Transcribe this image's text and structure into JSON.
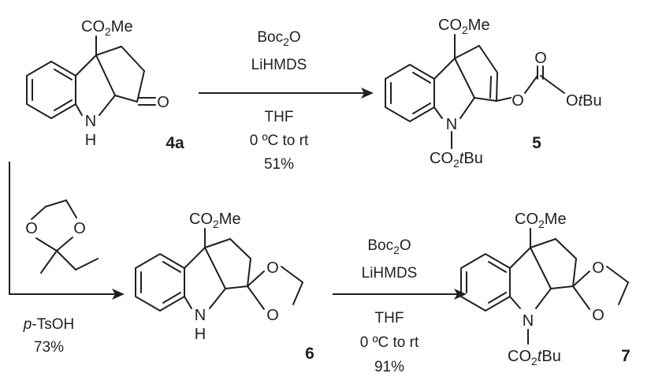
{
  "compounds": {
    "c4a": {
      "label": "4a",
      "ester": "CO2Me",
      "nh": "N",
      "h": "H",
      "ketone_o": "O"
    },
    "c5": {
      "label": "5",
      "ester": "CO2Me",
      "n": "N",
      "boc": "CO2tBu",
      "o1": "O",
      "o2": "O",
      "o3": "O",
      "otbu": "OtBu"
    },
    "c6": {
      "label": "6",
      "ester": "CO2Me",
      "nh": "N",
      "h": "H",
      "o1": "O",
      "o2": "O"
    },
    "c7": {
      "label": "7",
      "ester": "CO2Me",
      "n": "N",
      "boc": "CO2tBu",
      "o1": "O",
      "o2": "O"
    }
  },
  "reagent_dioxolane": {
    "o1": "O",
    "o2": "O"
  },
  "reactions": {
    "step1": {
      "reagent1": "Boc2O",
      "reagent2": "LiHMDS",
      "solvent": "THF",
      "temp": "0 ºC to rt",
      "yield": "51%"
    },
    "step2": {
      "reagent": "p-TsOH",
      "yield": "73%"
    },
    "step3": {
      "reagent1": "Boc2O",
      "reagent2": "LiHMDS",
      "solvent": "THF",
      "temp": "0 ºC to rt",
      "yield": "91%"
    }
  },
  "colors": {
    "ink": "#231f20",
    "background": "#ffffff"
  }
}
